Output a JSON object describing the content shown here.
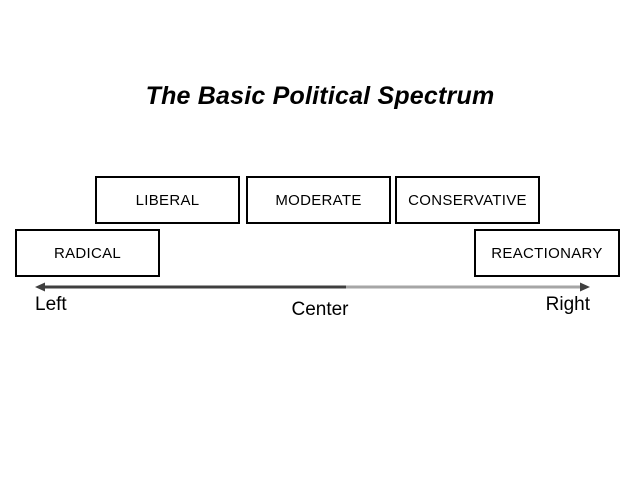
{
  "slide": {
    "title": "The Basic Political Spectrum",
    "background_color": "#ffffff",
    "text_color": "#000000"
  },
  "spectrum": {
    "upper_row": [
      {
        "label": "LIBERAL",
        "position": "center-left"
      },
      {
        "label": "MODERATE",
        "position": "center"
      },
      {
        "label": "CONSERVATIVE",
        "position": "center-right"
      }
    ],
    "lower_row": [
      {
        "label": "RADICAL",
        "position": "far-left"
      },
      {
        "label": "REACTIONARY",
        "position": "far-right"
      }
    ]
  },
  "axis": {
    "left_label": "Left",
    "center_label": "Center",
    "right_label": "Right",
    "left_arrowhead": "arrow-left-icon",
    "right_arrowhead": "arrow-right-icon",
    "line_color_left_half": "#3f3f3f",
    "line_color_right_half": "#a6a6a6"
  }
}
